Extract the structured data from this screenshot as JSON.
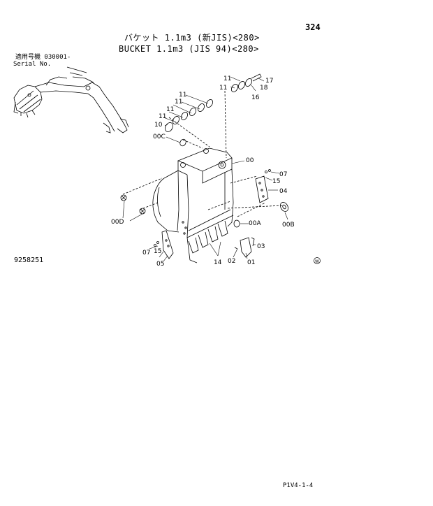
{
  "header": {
    "page_number": "324",
    "title_jp": "バケット 1.1m3 (新JIS)<280>",
    "title_en": "BUCKET 1.1m3 (JIS 94)<280>"
  },
  "serial": {
    "label_jp": "適用号機  030001-",
    "label_en": "Serial No."
  },
  "footer": {
    "drawing_number": "9258251",
    "page_code": "P1V4-1-4",
    "mark": "W"
  },
  "callouts": {
    "c11a": "11",
    "c11b": "11",
    "c17": "17",
    "c18": "18",
    "c16": "16",
    "c11c": "11",
    "c11d": "11",
    "c11e": "11",
    "c11f": "11",
    "c10": "10",
    "c00C": "00C",
    "c00": "00",
    "c07a": "07",
    "c15a": "15",
    "c04": "04",
    "c00D": "00D",
    "c00B": "00B",
    "c00A": "00A",
    "c07b": "07",
    "c15b": "15",
    "c03": "03",
    "c05": "05",
    "c14": "14",
    "c02": "02",
    "c01": "01"
  }
}
